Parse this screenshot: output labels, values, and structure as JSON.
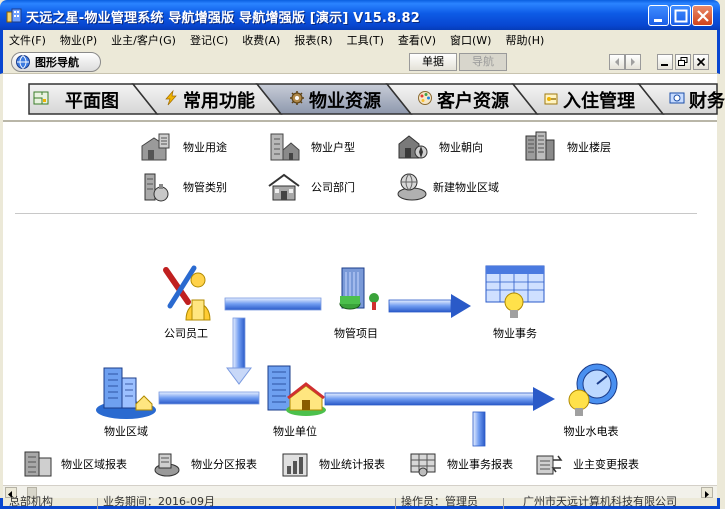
{
  "window": {
    "title": "天远之星-物业管理系统 导航增强版 导航增强版 [演示] V15.8.82"
  },
  "menu": [
    "文件(F)",
    "物业(P)",
    "业主/客户(G)",
    "登记(C)",
    "收费(A)",
    "报表(R)",
    "工具(T)",
    "查看(V)",
    "窗口(W)",
    "帮助(H)"
  ],
  "toolbar": {
    "nav_label": "图形导航",
    "btn_bill": "单据",
    "btn_nav": "导航"
  },
  "tabs": [
    {
      "label": "平面图",
      "icon": "floorplan-icon"
    },
    {
      "label": "常用功能",
      "icon": "lightning-icon"
    },
    {
      "label": "物业资源",
      "icon": "gear-icon"
    },
    {
      "label": "客户资源",
      "icon": "palette-icon"
    },
    {
      "label": "入住管理",
      "icon": "key-icon"
    },
    {
      "label": "财务",
      "icon": "money-icon"
    }
  ],
  "quick_items": [
    {
      "label": "物业用途",
      "icon": "property-use-icon"
    },
    {
      "label": "物业户型",
      "icon": "house-type-icon"
    },
    {
      "label": "物业朝向",
      "icon": "orientation-icon"
    },
    {
      "label": "物业楼层",
      "icon": "floor-icon"
    },
    {
      "label": "物管类别",
      "icon": "category-icon"
    },
    {
      "label": "公司部门",
      "icon": "department-icon"
    },
    {
      "label": "新建物业区域",
      "icon": "new-area-icon"
    }
  ],
  "flow_nodes": {
    "staff": "公司员工",
    "project": "物管项目",
    "affairs": "物业事务",
    "area": "物业区域",
    "unit": "物业单位",
    "utility": "物业水电表"
  },
  "reports": [
    "物业区域报表",
    "物业分区报表",
    "物业统计报表",
    "物业事务报表",
    "业主变更报表"
  ],
  "status": {
    "seg1": "总部机构",
    "seg2": "业务期间：2016-09月",
    "seg3": "操作员：管理员",
    "seg4": "广州市天远计算机科技有限公司"
  },
  "colors": {
    "titlebar": "#0a5fe0",
    "arrow": "#3a6fd8",
    "tab_active": "#9aa3b5"
  }
}
